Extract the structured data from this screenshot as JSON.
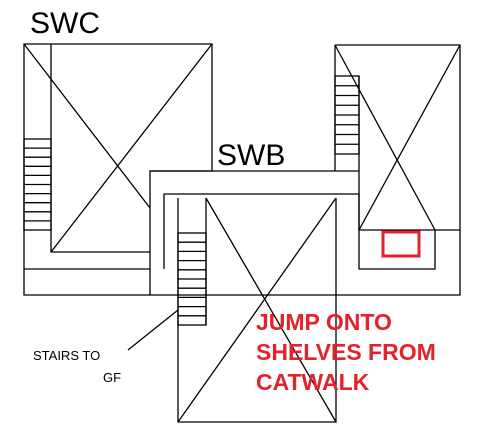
{
  "labels": {
    "swc": "SWC",
    "swb": "SWB",
    "stairs_line1": "STAIRS TO",
    "stairs_line2": "GF",
    "note_line1": "JUMP ONTO",
    "note_line2": "SHELVES FROM",
    "note_line3": "CATWALK"
  },
  "colors": {
    "note": "#e3222b",
    "marker": "#e3222b",
    "lines": "#000000"
  },
  "icons": {
    "stairs": "stairs-icon",
    "target": "target-marker-icon"
  }
}
